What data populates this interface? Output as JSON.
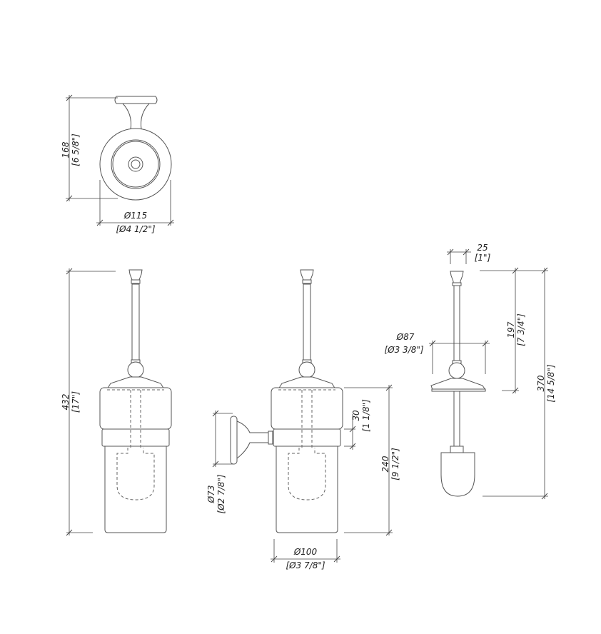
{
  "top_view": {
    "height_mm": "168",
    "height_in": "[6 5/8\"]",
    "diam_mm": "Ø115",
    "diam_in": "[Ø4 1/2\"]"
  },
  "front_view": {
    "height_mm": "432",
    "height_in": "[17\"]"
  },
  "side_view": {
    "bracket_mm": "Ø73",
    "bracket_in": "[Ø2 7/8\"]",
    "band_mm": "30",
    "band_in": "[1 1/8\"]",
    "container_mm": "240",
    "container_in": "[9 1/2\"]",
    "diam_mm": "Ø100",
    "diam_in": "[Ø3 7/8\"]"
  },
  "brush_view": {
    "handle_mm": "25",
    "handle_in": "[1\"]",
    "flange_mm": "Ø87",
    "flange_in": "[Ø3 3/8\"]",
    "upper_mm": "197",
    "upper_in": "[7 3/4\"]",
    "total_mm": "370",
    "total_in": "[14 5/8\"]"
  }
}
